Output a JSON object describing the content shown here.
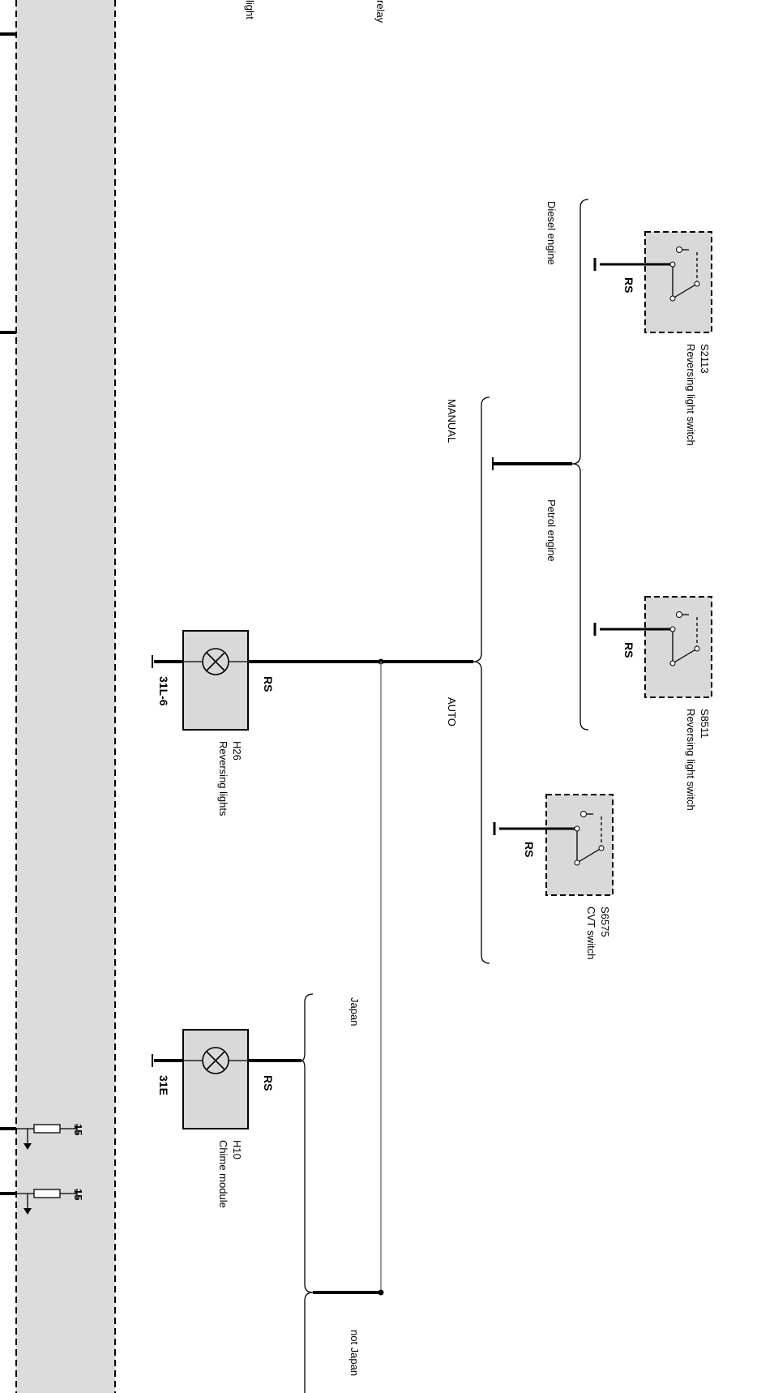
{
  "edge_labels": {
    "light": "light",
    "relay": "relay"
  },
  "switches": {
    "s2113": {
      "code": "S2113",
      "name": "Reversing light switch",
      "pin": "RS"
    },
    "s8511": {
      "code": "S8511",
      "name": "Reversing light switch",
      "pin": "RS"
    },
    "s6575": {
      "code": "S6575",
      "name": "CVT switch",
      "pin": "RS"
    }
  },
  "lamps": {
    "h26": {
      "code": "H26",
      "name": "Reversing lights",
      "pin": "RS",
      "ground": "31L-6"
    },
    "h10": {
      "code": "H10",
      "name": "Chime module",
      "pin": "RS",
      "ground": "31E"
    }
  },
  "options": {
    "diesel": "Diesel engine",
    "petrol": "Petrol engine",
    "manual": "MANUAL",
    "auto": "AUTO",
    "japan": "Japan",
    "not_japan": "not Japan"
  },
  "fuses": {
    "fuse_a": "15",
    "fuse_b": "15"
  },
  "colors": {
    "module_fill": "#d9d9d9",
    "wire": "#000000",
    "thin_wire": "#7a7a7a"
  }
}
